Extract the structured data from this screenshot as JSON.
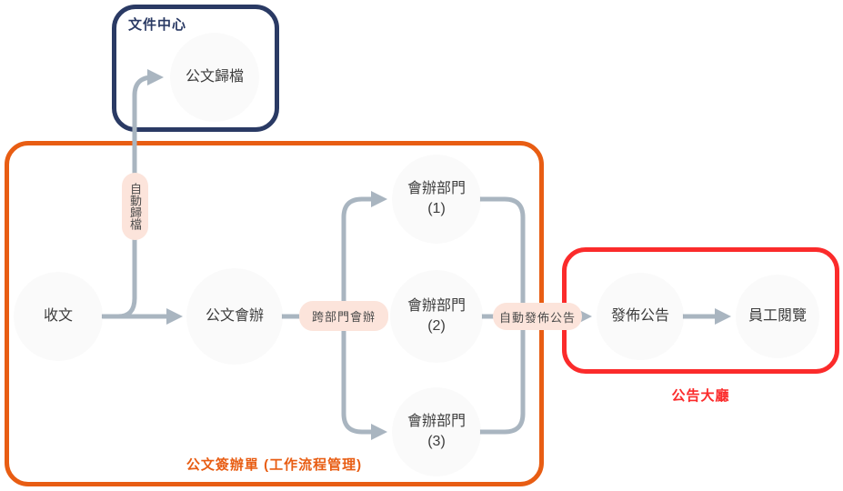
{
  "diagram": {
    "groups": {
      "document_center": {
        "title": "文件中心"
      },
      "workflow": {
        "title": "公文簽辦單 (工作流程管理)"
      },
      "announcement_hall": {
        "title": "公告大廳"
      }
    },
    "nodes": {
      "receive": {
        "label": "收文"
      },
      "archive": {
        "label": "公文歸檔"
      },
      "cohandle": {
        "label": "公文會辦"
      },
      "dept1": {
        "label": "會辦部門",
        "sublabel": "(1)"
      },
      "dept2": {
        "label": "會辦部門",
        "sublabel": "(2)"
      },
      "dept3": {
        "label": "會辦部門",
        "sublabel": "(3)"
      },
      "publish": {
        "label": "發佈公告"
      },
      "read": {
        "label": "員工閱覽"
      }
    },
    "edge_labels": {
      "auto_archive": "自動歸檔",
      "cross_dept_cohandle": "跨部門會辦",
      "auto_publish": "自動發佈公告"
    },
    "colors": {
      "document_center_border": "#2a3a64",
      "workflow_border": "#e85d13",
      "announcement_hall_border": "#fb2b2b",
      "connector": "#a9b5c0",
      "edge_label_background": "#fce4db",
      "node_fill": "#fafafa",
      "node_text": "#3d3d3d"
    }
  }
}
